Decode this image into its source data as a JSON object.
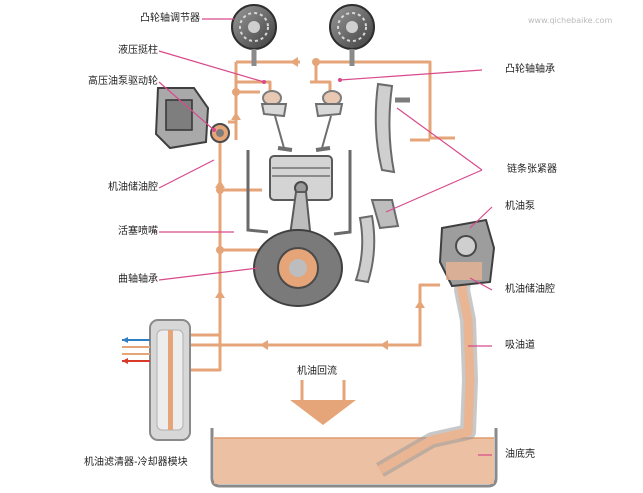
{
  "labels": {
    "cam_adjuster": "凸轮轴调节器",
    "hydraulic_tappet": "液压挺柱",
    "hp_pump_drive": "高压油泵驱动轮",
    "oil_reservoir_upper": "机油储油腔",
    "piston_jet": "活塞喷嘴",
    "crank_bearing": "曲轴轴承",
    "filter_cooler": "机油滤清器-冷却器模块",
    "cam_bearing": "凸轮轴轴承",
    "chain_tensioner": "链条张紧器",
    "oil_pump": "机油泵",
    "oil_reservoir_right": "机油储油腔",
    "suction_channel": "吸油道",
    "oil_pan": "油底壳",
    "oil_return": "机油回流"
  },
  "watermark": "www.qichebaike.com",
  "colors": {
    "oil_line": "#e6a578",
    "oil_fill": "#e9b593",
    "leader": "#d84a8c",
    "metal": "#7d7d7d",
    "cold": "#2f7ec2",
    "hot": "#d8392b"
  },
  "icons": {
    "cam_adjuster_left": "gear-icon",
    "cam_adjuster_right": "gear-icon",
    "oil_return_arrow": "arrow-down-icon"
  }
}
